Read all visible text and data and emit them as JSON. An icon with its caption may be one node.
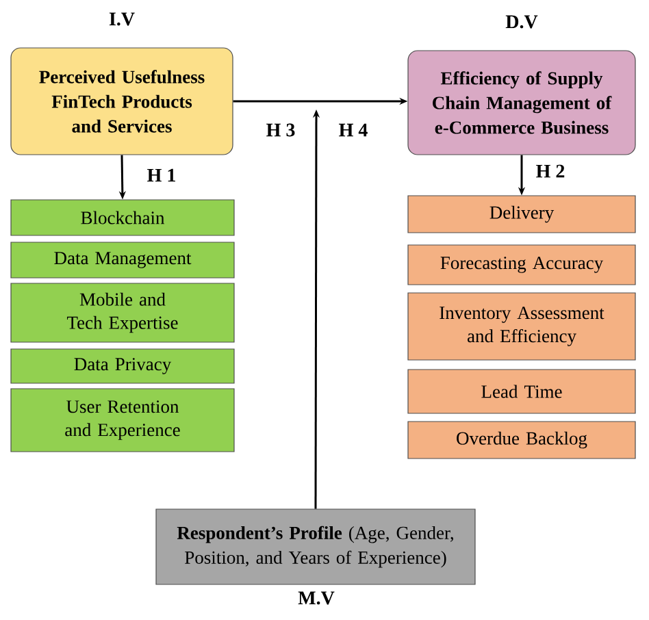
{
  "diagram": {
    "nodes": [
      {
        "text": [
          "I.V",
          "Perceived Usefulness FinTech Products and Services"
        ]
      },
      {
        "text": [
          "D.V",
          "Efficiency of Supply Chain Management of e-Commerce Business"
        ]
      },
      {
        "text": [
          "Blockchain"
        ]
      },
      {
        "text": [
          "Data Management"
        ]
      },
      {
        "text": [
          "Mobile and Tech Expertise"
        ]
      },
      {
        "text": [
          "Data Privacy"
        ]
      },
      {
        "text": [
          "User Retention and Experience"
        ]
      },
      {
        "text": [
          "Delivery"
        ]
      },
      {
        "text": [
          "Forecasting Accuracy"
        ]
      },
      {
        "text": [
          "Inventory Assessment and Efficiency"
        ]
      },
      {
        "text": [
          "Lead Time"
        ]
      },
      {
        "text": [
          "Overdue  Backlog"
        ]
      },
      {
        "text": [
          "**Respondent’s Profile** (Age, Gender, Position, and Years of Experience)",
          "M.V"
        ]
      }
    ],
    "edges": [
      {
        "from": 0,
        "to": 1,
        "arrow": "to",
        "label": "H 3"
      },
      {
        "from": 0,
        "to": 2,
        "arrow": "to",
        "label": "H 1"
      },
      {
        "from": 1,
        "to": 7,
        "arrow": "to",
        "label": "H 2"
      },
      {
        "from": 12,
        "to": null,
        "arrow": "to",
        "label": "H 4"
      }
    ]
  }
}
